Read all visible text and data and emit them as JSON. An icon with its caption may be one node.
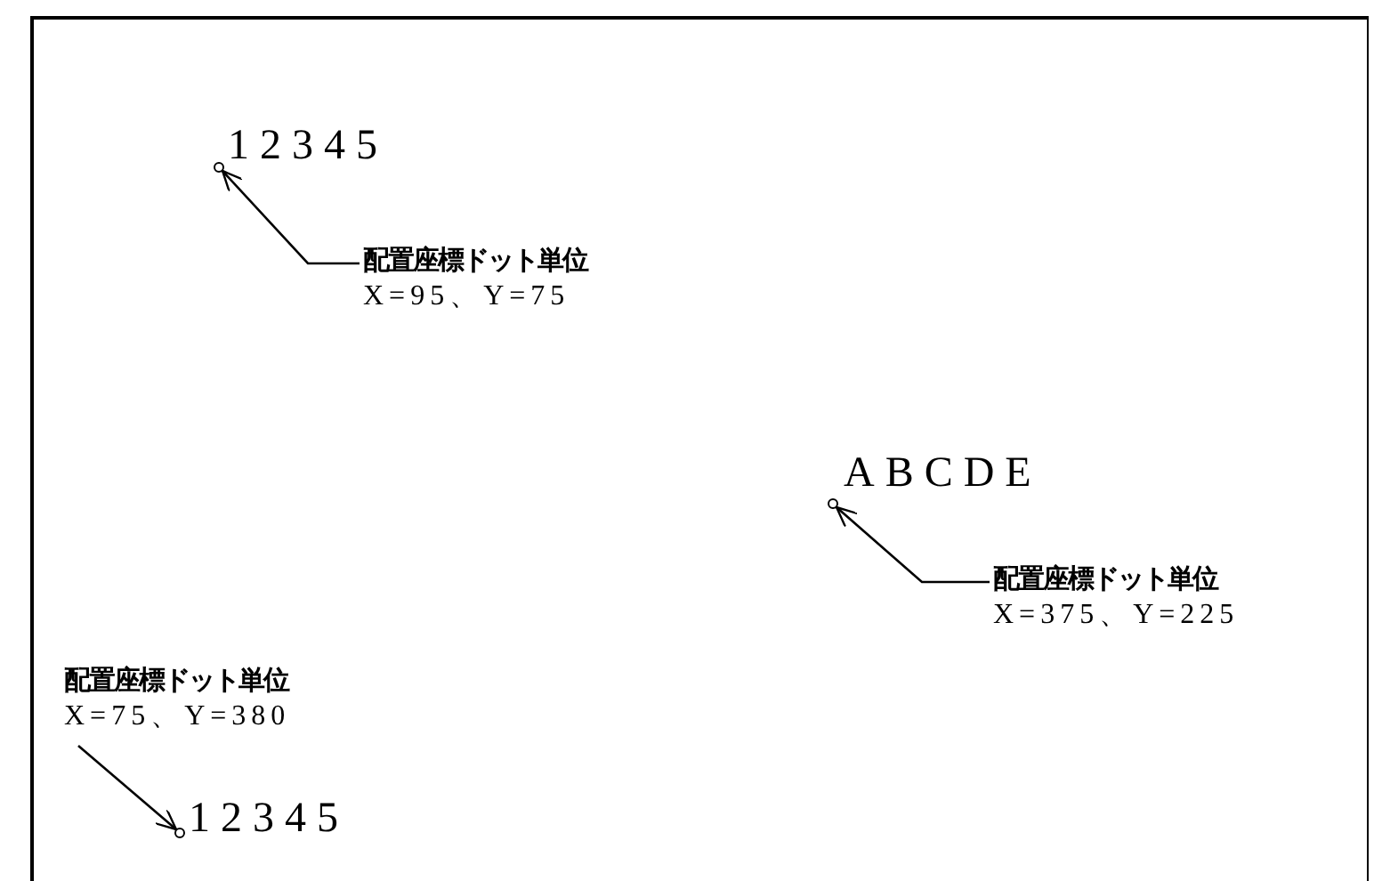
{
  "diagram": {
    "nodes": [
      {
        "text": [
          "配置座標ドット単位",
          "X=95、Y=75"
        ]
      },
      {
        "text": [],
        "shape": "circle"
      },
      {
        "text": [
          "配置座標ドット単位",
          "X=375、Y=225"
        ]
      },
      {
        "text": [],
        "shape": "circle"
      },
      {
        "text": [
          "配置座標ドット単位",
          "X=75、Y=380"
        ]
      },
      {
        "text": [],
        "shape": "circle"
      }
    ],
    "edges": [
      {
        "from": 0,
        "to": 1,
        "arrow": "to"
      },
      {
        "from": 2,
        "to": 3,
        "arrow": "to"
      },
      {
        "from": 4,
        "to": 5,
        "arrow": "to"
      }
    ],
    "labels": [
      "12345",
      "ABCDE",
      "12345"
    ]
  }
}
